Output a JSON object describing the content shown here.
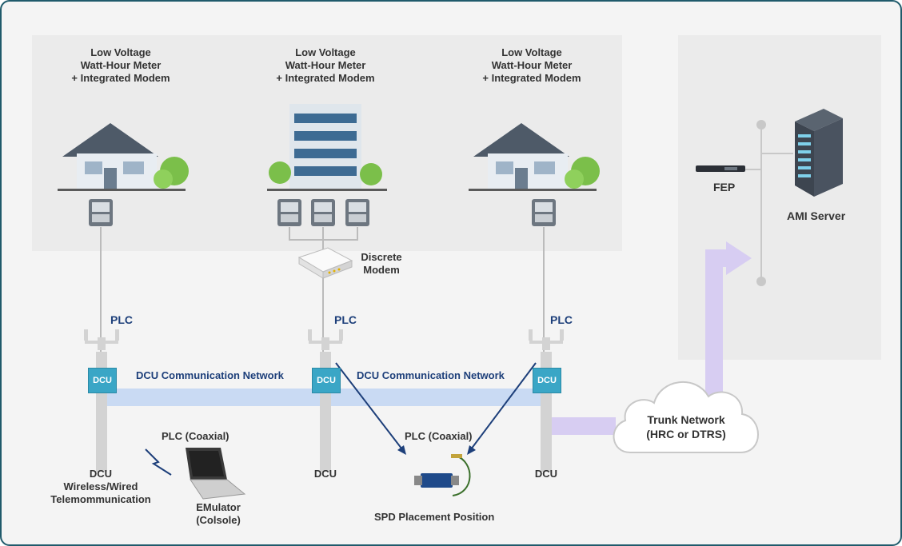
{
  "houses": [
    {
      "line1": "Low Voltage",
      "line2": "Watt-Hour Meter",
      "line3": "+ Integrated Modem"
    },
    {
      "line1": "Low Voltage",
      "line2": "Watt-Hour Meter",
      "line3": "+ Integrated Modem"
    },
    {
      "line1": "Low Voltage",
      "line2": "Watt-Hour Meter",
      "line3": "+ Integrated Modem"
    }
  ],
  "discrete_modem": {
    "line1": "Discrete",
    "line2": "Modem"
  },
  "plc": [
    "PLC",
    "PLC",
    "PLC"
  ],
  "dcu_box": [
    "DCU",
    "DCU",
    "DCU"
  ],
  "dcu_network": [
    "DCU Communication Network",
    "DCU Communication Network"
  ],
  "pole_labels": {
    "left": {
      "line1": "DCU",
      "line2": "Wireless/Wired",
      "line3": "Telemommunication"
    },
    "middle": "DCU",
    "right": "DCU"
  },
  "plc_coaxial": [
    "PLC (Coaxial)",
    "PLC (Coaxial)"
  ],
  "emulator": {
    "line1": "EMulator",
    "line2": "(Colsole)"
  },
  "spd": "SPD Placement Position",
  "trunk": {
    "line1": "Trunk Network",
    "line2": "(HRC or DTRS)"
  },
  "fep": "FEP",
  "ami_server": "AMI Server",
  "colors": {
    "border": "#1f5a6b",
    "dcu": "#3aa6c6",
    "network": "#c9daf3",
    "trunk_arrow": "#d7cdf2",
    "label_blue": "#1d3f7a"
  }
}
